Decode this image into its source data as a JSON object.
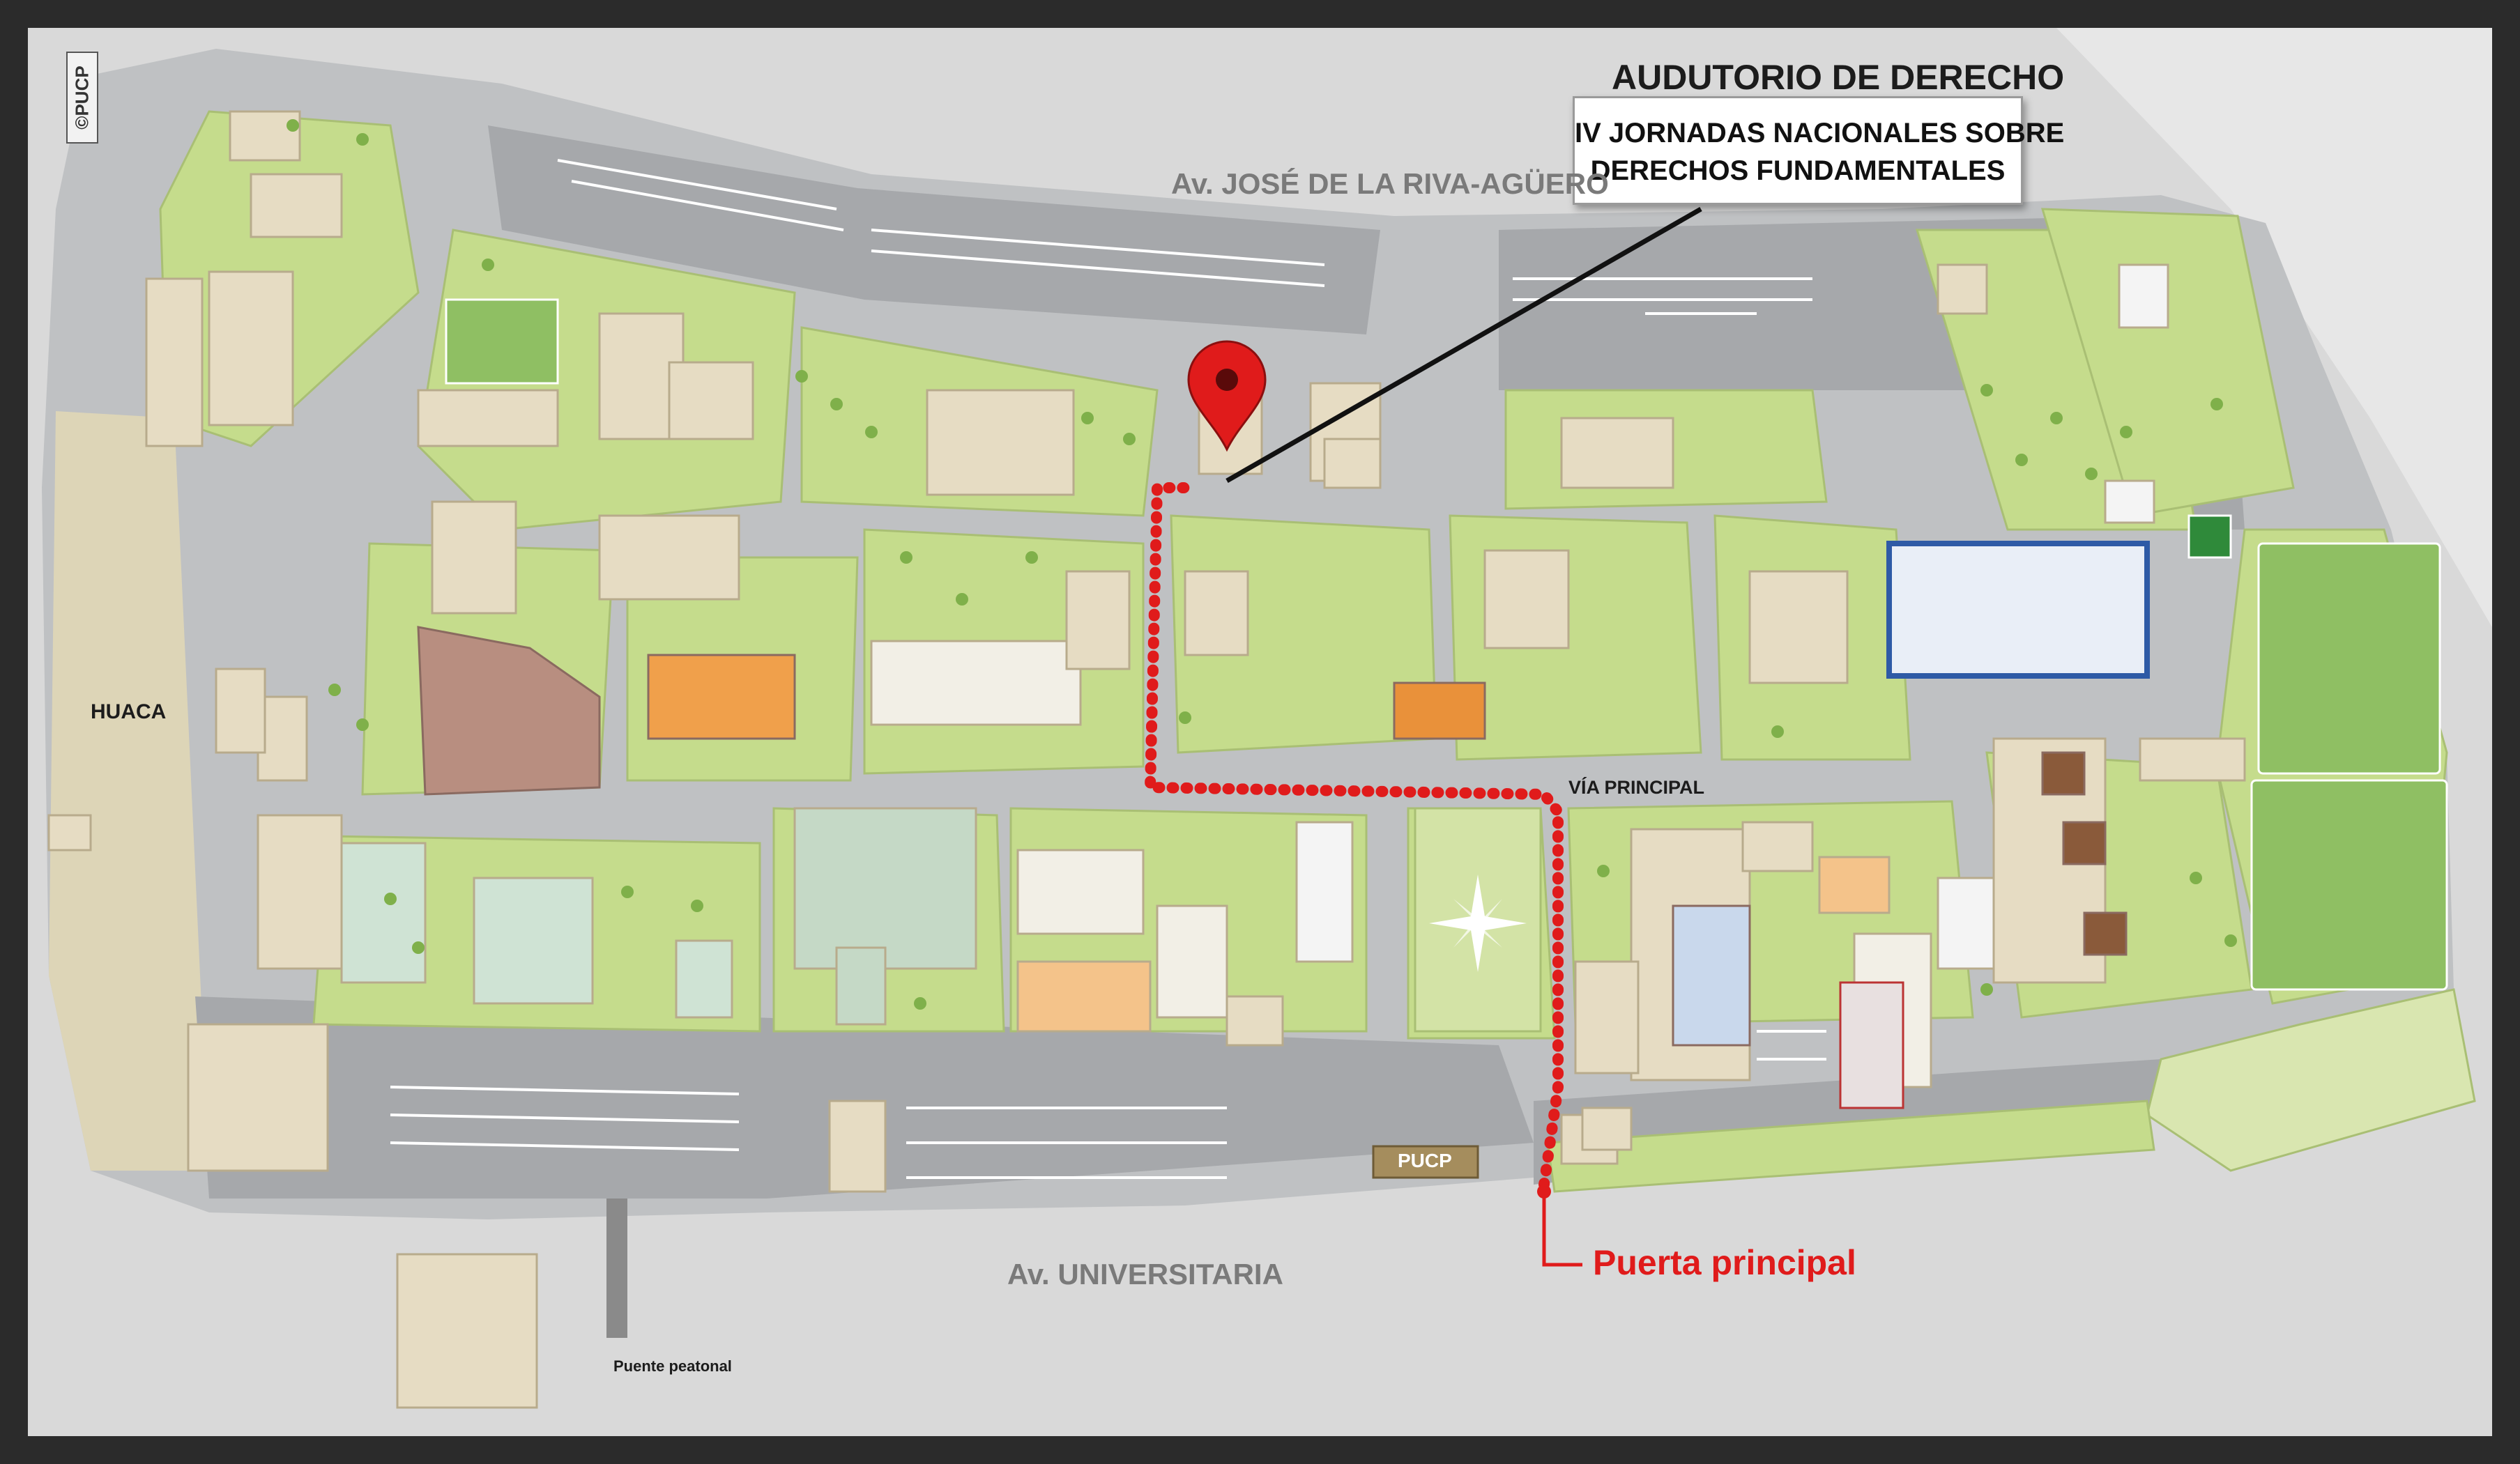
{
  "map": {
    "callout": {
      "title": "AUDUTORIO DE DERECHO",
      "line1": "IV JORNADAS NACIONALES SOBRE",
      "line2": "DERECHOS FUNDAMENTALES"
    },
    "roads": {
      "north": "Av. JOSÉ DE LA RIVA-AGÜERO",
      "south": "Av. UNIVERSITARIA",
      "main": "VÍA PRINCIPAL"
    },
    "labels": {
      "huaca": "HUACA",
      "bridge": "Puente peatonal",
      "gate_sign": "PUCP",
      "logo": "©PUCP"
    },
    "entrance": {
      "label": "Puerta principal"
    },
    "colors": {
      "route": "#e01b1b",
      "entrance_text": "#e01b1b",
      "green": "#c5dc8c",
      "road": "#9c9ea1",
      "building": "#e6dcc3",
      "frame": "#2b2b2b"
    },
    "icons": [
      "location-pin-icon",
      "compass-star-icon"
    ]
  }
}
